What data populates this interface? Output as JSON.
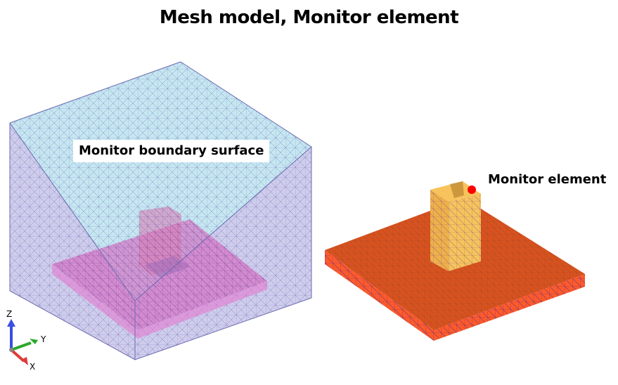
{
  "title": "Mesh model, Monitor element",
  "labels": {
    "boundary_surface": "Monitor boundary surface",
    "monitor_element": "Monitor element"
  },
  "axes": {
    "z": "Z",
    "y": "Y",
    "x": "X"
  },
  "colors": {
    "outer_box_side": "#c9c8ea",
    "outer_box_top": "#bfe4ef",
    "mesh_line": "#5a4aa0",
    "foundation_top": "#d8521f",
    "foundation_side": "#ff5a2a",
    "inner_foundation": "#d85ab8",
    "column": "#f3b44a",
    "monitor_point": "#ff0000",
    "axis_z": "#3a4ee0",
    "axis_y": "#2aa82a",
    "axis_x": "#e03a3a"
  }
}
